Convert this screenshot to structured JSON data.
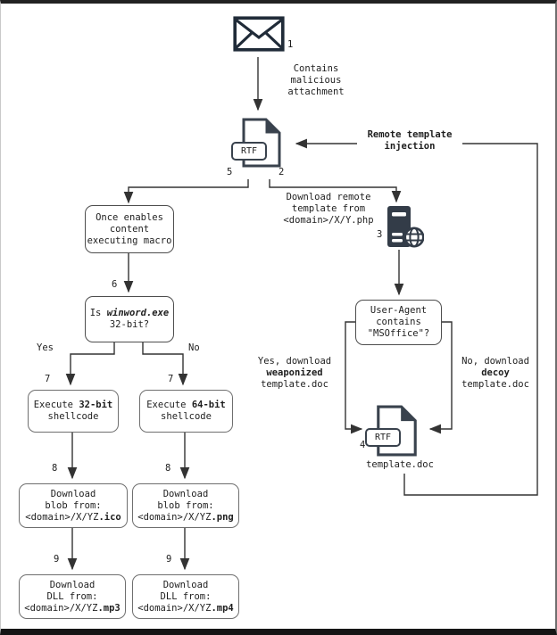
{
  "colors": {
    "line": "#333333",
    "icon_stroke": "#39424d",
    "server_fill": "#333c48",
    "text": "#1e1e1e"
  },
  "steps": {
    "s1": "1",
    "s2": "2",
    "s3": "3",
    "s4": "4",
    "s5": "5",
    "s6": "6",
    "s7_left": "7",
    "s7_right": "7",
    "s8_left": "8",
    "s8_right": "8",
    "s9_left": "9",
    "s9_right": "9"
  },
  "labels": {
    "contains_attachment_l1": "Contains malicious",
    "contains_attachment_l2": "attachment",
    "remote_injection_l1": "Remote template",
    "remote_injection_l2": "injection",
    "download_remote_l1": "Download remote",
    "download_remote_l2": "template from",
    "download_remote_l3": "<domain>/X/Y.php",
    "yes": "Yes",
    "no": "No",
    "yes_download_l1": "Yes, download",
    "yes_download_bold": "weaponized",
    "yes_download_l3": "template.doc",
    "no_download_l1": "No, download",
    "no_download_bold": "decoy",
    "no_download_l3": "template.doc",
    "template_doc": "template.doc",
    "rtf_badge_top": "RTF",
    "rtf_badge_bottom": "RTF"
  },
  "boxes": {
    "macro": {
      "l1": "Once enables",
      "l2": "content",
      "l3": "executing macro"
    },
    "winword": {
      "pre": "Is ",
      "file": "winword.exe",
      "l2": "32-bit?"
    },
    "exec32": {
      "pre": "Execute ",
      "bold": "32-bit",
      "l2": "shellcode"
    },
    "exec64": {
      "pre": "Execute ",
      "bold": "64-bit",
      "l2": "shellcode"
    },
    "blob_ico": {
      "l1": "Download",
      "l2": "blob from:",
      "pre": "<domain>/X/YZ",
      "bold": ".ico"
    },
    "blob_png": {
      "l1": "Download",
      "l2": "blob from:",
      "pre": "<domain>/X/YZ",
      "bold": ".png"
    },
    "dll_mp3": {
      "l1": "Download",
      "l2": "DLL from:",
      "pre": "<domain>/X/YZ",
      "bold": ".mp3"
    },
    "dll_mp4": {
      "l1": "Download",
      "l2": "DLL from:",
      "pre": "<domain>/X/YZ",
      "bold": ".mp4"
    },
    "useragent": {
      "l1": "User-Agent",
      "l2": "contains",
      "l3": "\"MSOffice\"?"
    }
  }
}
